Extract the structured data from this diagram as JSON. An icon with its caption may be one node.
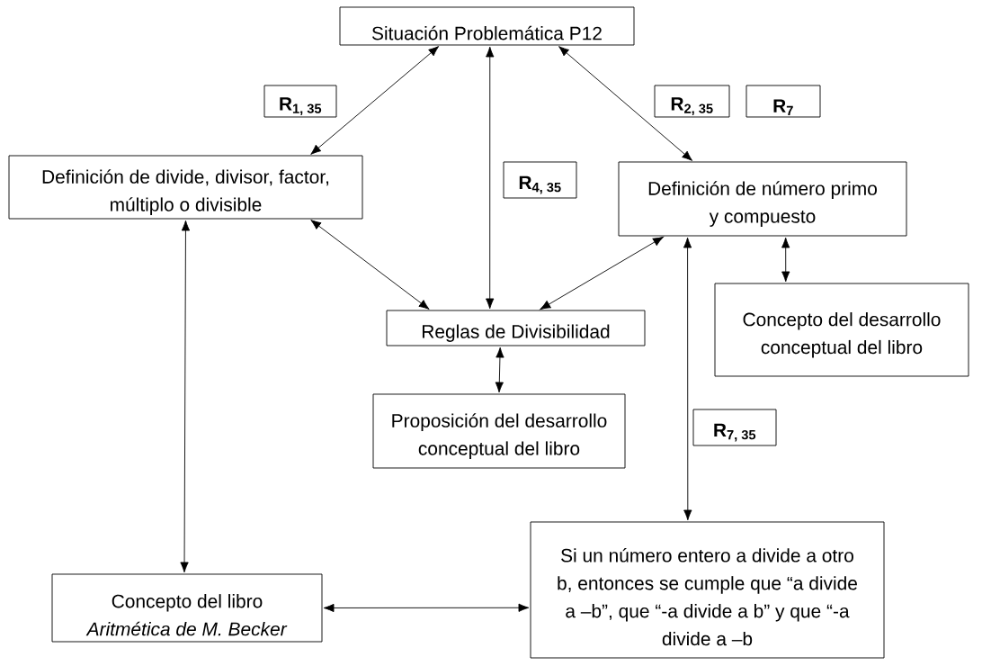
{
  "diagram": {
    "nodes": [
      {
        "text": [
          "Situación Problemática P12"
        ]
      },
      {
        "text": [
          "Definición de divide, divisor, factor, múltiplo o divisible"
        ]
      },
      {
        "text": [
          "Definición de número primo y compuesto"
        ]
      },
      {
        "text": [
          "Reglas de Divisibilidad"
        ]
      },
      {
        "text": [
          "Concepto del desarrollo conceptual del libro"
        ]
      },
      {
        "text": [
          "Proposición del desarrollo conceptual del libro"
        ]
      },
      {
        "text": [
          "Si un número entero a divide a otro b, entonces se cumple que “a divide a –b”, que “-a divide a b” y que “-a divide a –b"
        ]
      },
      {
        "text": [
          "Concepto del libro *Aritmética de M. Becker*"
        ]
      },
      {
        "text": [
          "R$_{1, 35}$"
        ]
      },
      {
        "text": [
          "R$_{4, 35}$"
        ]
      },
      {
        "text": [
          "R$_{2, 35}$"
        ]
      },
      {
        "text": [
          "R$_{7}$"
        ]
      },
      {
        "text": [
          "R$_{7, 35}$"
        ]
      }
    ],
    "edges": [
      {
        "from": 0,
        "to": 1,
        "arrow": "both"
      },
      {
        "from": 0,
        "to": 3,
        "arrow": "both"
      },
      {
        "from": 0,
        "to": 2,
        "arrow": "both"
      },
      {
        "from": 1,
        "to": 3,
        "arrow": "both"
      },
      {
        "from": 2,
        "to": 3,
        "arrow": "both"
      },
      {
        "from": 2,
        "to": 4,
        "arrow": "both"
      },
      {
        "from": 3,
        "to": 5,
        "arrow": "both"
      },
      {
        "from": 2,
        "to": 6,
        "arrow": "both"
      },
      {
        "from": 1,
        "to": 7,
        "arrow": "both"
      },
      {
        "from": 7,
        "to": 6,
        "arrow": "both"
      }
    ]
  }
}
